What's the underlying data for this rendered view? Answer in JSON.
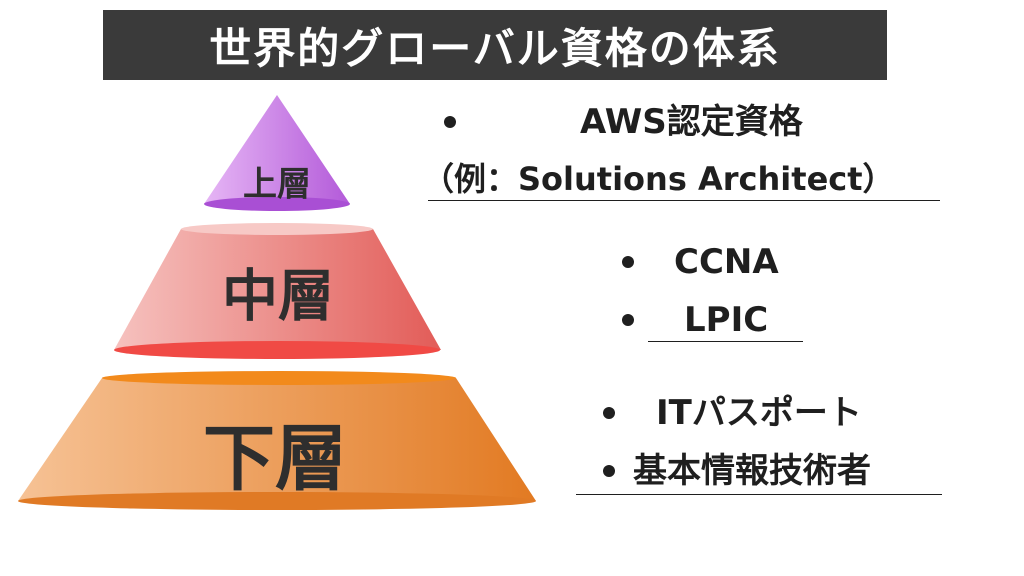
{
  "title": "世界的グローバル資格の体系",
  "tiers": {
    "top": {
      "label": "上層",
      "color": "#b05bd8",
      "items": [
        "AWS認定資格",
        "（例：Solutions Architect）"
      ]
    },
    "middle": {
      "label": "中層",
      "color": "#e8615f",
      "items": [
        "CCNA",
        "LPIC"
      ]
    },
    "bottom": {
      "label": "下層",
      "color": "#e8892e",
      "items": [
        "ITパスポート",
        "基本情報技術者"
      ]
    }
  }
}
